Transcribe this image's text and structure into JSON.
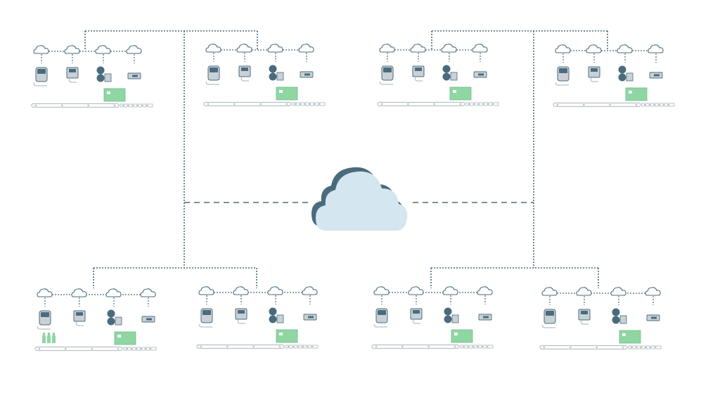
{
  "diagram": {
    "central_node": {
      "kind": "cloud-icon",
      "fill": "#d4e6ef",
      "shadow": "#4b6b7d"
    },
    "colors": {
      "connector": "#4b6b7d",
      "device_dark": "#4b6b7d",
      "device_light": "#c9d1d6",
      "cloud_fill": "#ffffff",
      "accent_green": "#8fd6a3",
      "conveyor": "#b8c0c4"
    },
    "lines": [
      {
        "count": 8,
        "description": "production-line"
      }
    ],
    "stations": [
      {
        "id": "top-left-1"
      },
      {
        "id": "top-left-2"
      },
      {
        "id": "top-right-1"
      },
      {
        "id": "top-right-2"
      },
      {
        "id": "bottom-left-1",
        "has_bottles": true
      },
      {
        "id": "bottom-left-2"
      },
      {
        "id": "bottom-right-1"
      },
      {
        "id": "bottom-right-2"
      }
    ],
    "device_types": [
      "printer-icon",
      "controller-icon",
      "coder-icon",
      "scanner-icon"
    ]
  }
}
